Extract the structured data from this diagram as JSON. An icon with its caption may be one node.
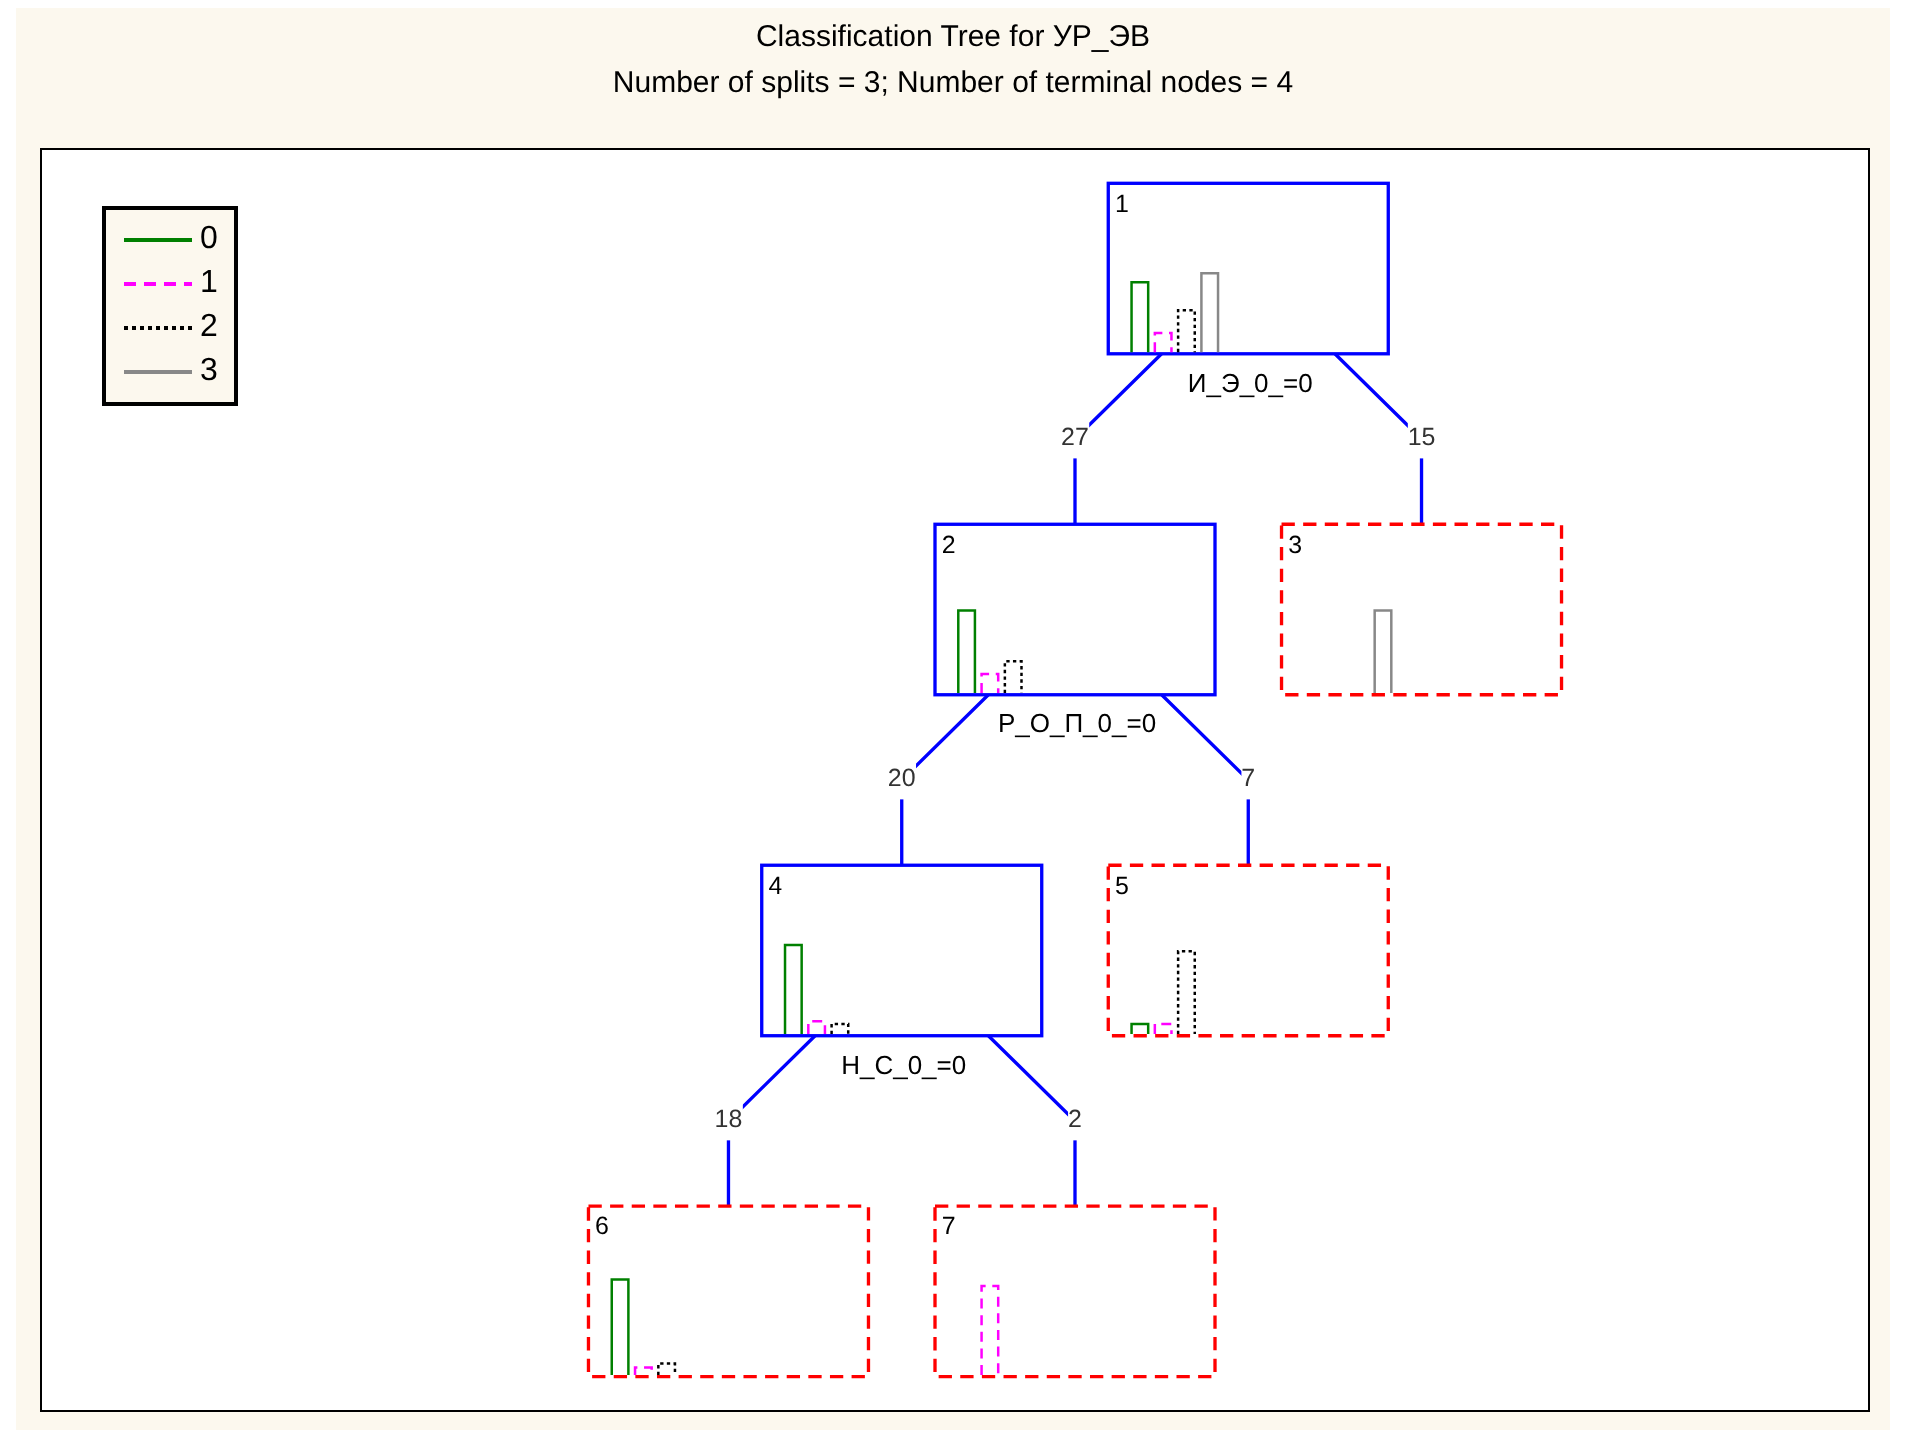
{
  "diagram": {
    "title": "Classification Tree for УР_ЭВ",
    "nodes": [
      {
        "text": [
          "1"
        ],
        "beside": [
          "И_Э_0_=0"
        ]
      },
      {
        "text": [
          "2"
        ],
        "beside": [
          "Р_О_П_0_=0"
        ]
      },
      {
        "text": [
          "3"
        ]
      },
      {
        "text": [
          "4"
        ],
        "beside": [
          "Н_С_0_=0"
        ]
      },
      {
        "text": [
          "5"
        ]
      },
      {
        "text": [
          "6"
        ]
      },
      {
        "text": [
          "7"
        ]
      }
    ],
    "edges": [
      {
        "from": 0,
        "to": 1,
        "arrow": "none",
        "label": "27"
      },
      {
        "from": 0,
        "to": 2,
        "arrow": "none",
        "label": "15"
      },
      {
        "from": 1,
        "to": 3,
        "arrow": "none",
        "label": "20"
      },
      {
        "from": 1,
        "to": 4,
        "arrow": "none",
        "label": "7"
      },
      {
        "from": 3,
        "to": 5,
        "arrow": "none",
        "label": "18"
      },
      {
        "from": 3,
        "to": 6,
        "arrow": "none",
        "label": "2"
      }
    ],
    "labels": [
      "Number of splits = 3; Number of terminal nodes = 4"
    ],
    "legend": [
      {
        "text": "0"
      },
      {
        "text": "1"
      },
      {
        "text": "2"
      },
      {
        "text": "3"
      }
    ]
  }
}
